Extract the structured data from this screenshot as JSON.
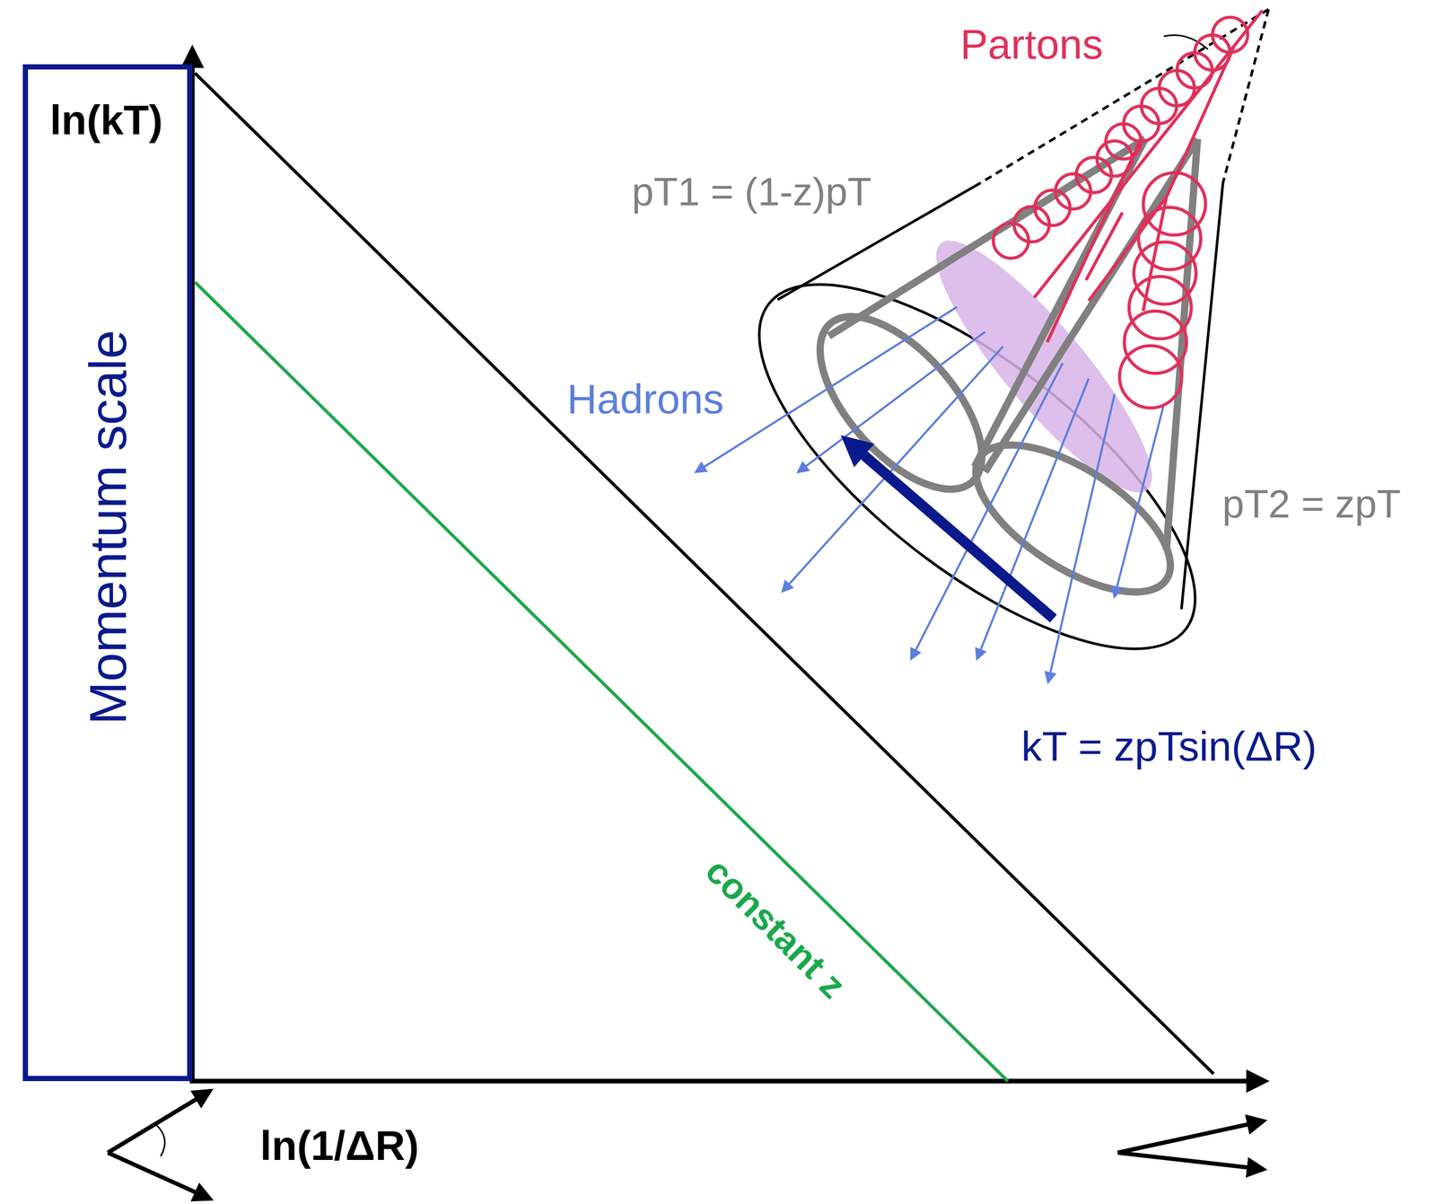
{
  "diagram": {
    "nodes": [
      {
        "text": [
          "Momentum scale"
        ]
      }
    ],
    "labels": [
      "ln(kT)",
      "ln(1/ΔR)",
      "constant z",
      "Partons",
      "Hadrons",
      "pT1 = (1-z)pT",
      "pT2 = zpT",
      "kT = zpTsin(ΔR)"
    ]
  }
}
